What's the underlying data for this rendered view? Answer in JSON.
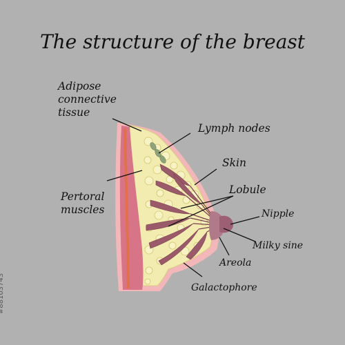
{
  "title": "The structure of the breast",
  "labels": {
    "adipose": "Adipose connective tissue",
    "lymph": "Lymph nodes",
    "skin": "Skin",
    "lobule": "Lobule",
    "pectoral": "Pertoral muscles",
    "nipple": "Nipple",
    "milky": "Milky sine",
    "areola": "Areola",
    "galacto": "Galactophore"
  },
  "stock_id": "#88103743",
  "colors": {
    "background": "#b1b1b1",
    "adipose": "#f2ecb0",
    "muscle": "#d77488",
    "skin": "#f4b7b9",
    "lobule": "#9a5a6a",
    "nipple": "#9c5f74",
    "rib_line": "#e0714c"
  }
}
